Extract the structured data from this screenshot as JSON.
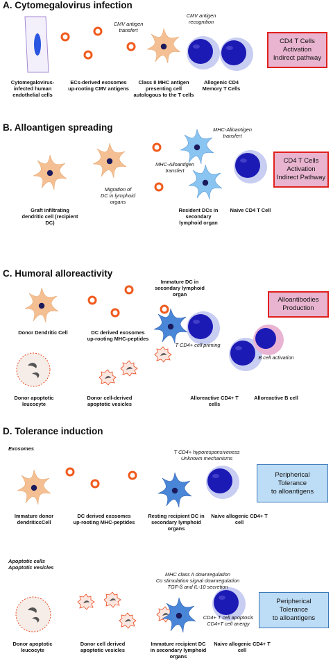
{
  "colors": {
    "dc_tan": "#f4c093",
    "dc_blue": "#8ac4f0",
    "dc_blue_dark": "#4a86d8",
    "nucleus": "#1a1a5c",
    "tcell_outer": "#c8cdf2",
    "tcell_inner": "#1c1ab4",
    "bcell_outer": "#e9b4d4",
    "exosome": "#f05a1c",
    "box_red_fill": "#e8b4cf",
    "box_red_border": "#e0201d",
    "box_blue_fill": "#bddcf5",
    "box_blue_border": "#3b78b8",
    "apoptotic": "#e8481c"
  },
  "sections": {
    "a": {
      "title": "A. Cytomegalovirus infection",
      "labels": {
        "endothelial": "Cytomegalovirus-\ninfected human\nendothelial cells",
        "exosomes": "ECs-derived exosomes\nup-rooting CMV antigens",
        "apc": "Class II MHC antigen\npresenting cell\nautologous to the T cells",
        "tcell": "Allogenic CD4\nMemory T Cells"
      },
      "annotations": {
        "transfert": "CMV antigen\ntransfert",
        "recognition": "CMV antigen\nrecognition"
      },
      "box": "CD4 T Cells\nActivation\nIndirect pathway"
    },
    "b": {
      "title": "B. Alloantigen spreading",
      "labels": {
        "graft_dc": "Graft infiltrating\ndendritic cell (recipient\nDC)",
        "resident_dc": "Resident DCs in\nsecondary\nlymphoid organ",
        "naive": "Naive CD4 T Cell"
      },
      "annotations": {
        "migration": "Migration of\nDC in lymphoid\norgans",
        "transfert1": "MHC-Alloantigen\ntransfert",
        "transfert2": "MHC-Alloantigen\ntransfert"
      },
      "box": "CD4 T Cells\nActivation\nIndirect Pathway"
    },
    "c": {
      "title": "C. Humoral alloreactivity",
      "labels": {
        "donor_dc": "Donor Dendritic Cell",
        "exosomes": "DC derived exosomes\nup-rooting MHC-peptides",
        "immature_dc": "Immature DC in\nsecondary lymphoid\norgan",
        "apoptotic": "Donor apoptotic\nleucocyte",
        "vesicles": "Donor cell-derived\napoptotic vesicles",
        "cd4": "Alloreactive CD4+ T\ncells",
        "bcell": "Alloreactive B cell"
      },
      "annotations": {
        "priming": "T CD4+ cell priming",
        "bact": "B cell activation"
      },
      "box": "Alloantibodies\nProduction"
    },
    "d": {
      "title": "D. Tolerance induction",
      "sub1": "Exosomes",
      "sub2": "Apoptotic cells\nApoptotic vesicles",
      "labels": {
        "immature_donor": "Immature donor\ndendriticcCell",
        "exosomes": "DC derived exosomes\nup-rooting MHC-peptides",
        "resting_dc": "Resting recipient DC in\nsecondary lymphoid\norgans",
        "naive1": "Naive allogenic CD4+ T\ncell",
        "apoptotic": "Donor apoptotic\nleucocyte",
        "vesicles": "Donor cell derived\napoptotic vesicles",
        "immature_recip": "Immature recipient DC\nin secondary lymphoid\norgans",
        "naive2": "Naive allogenic CD4+ T\ncell"
      },
      "annotations": {
        "hypo": "T CD4+ hyporesponsiveness\nUnknown mechanisms",
        "mhc": "MHC class II downregulation\nCo stimulation signal downregulation\nTGF-ß and IL-10 secretion",
        "apoptosis": "CD4+ T cell apoptosis\nCD4+T cell anergy"
      },
      "box1": "Peripherical\nTolerance\nto alloantigens",
      "box2": "Peripherical\nTolerance\nto alloantigens"
    }
  }
}
